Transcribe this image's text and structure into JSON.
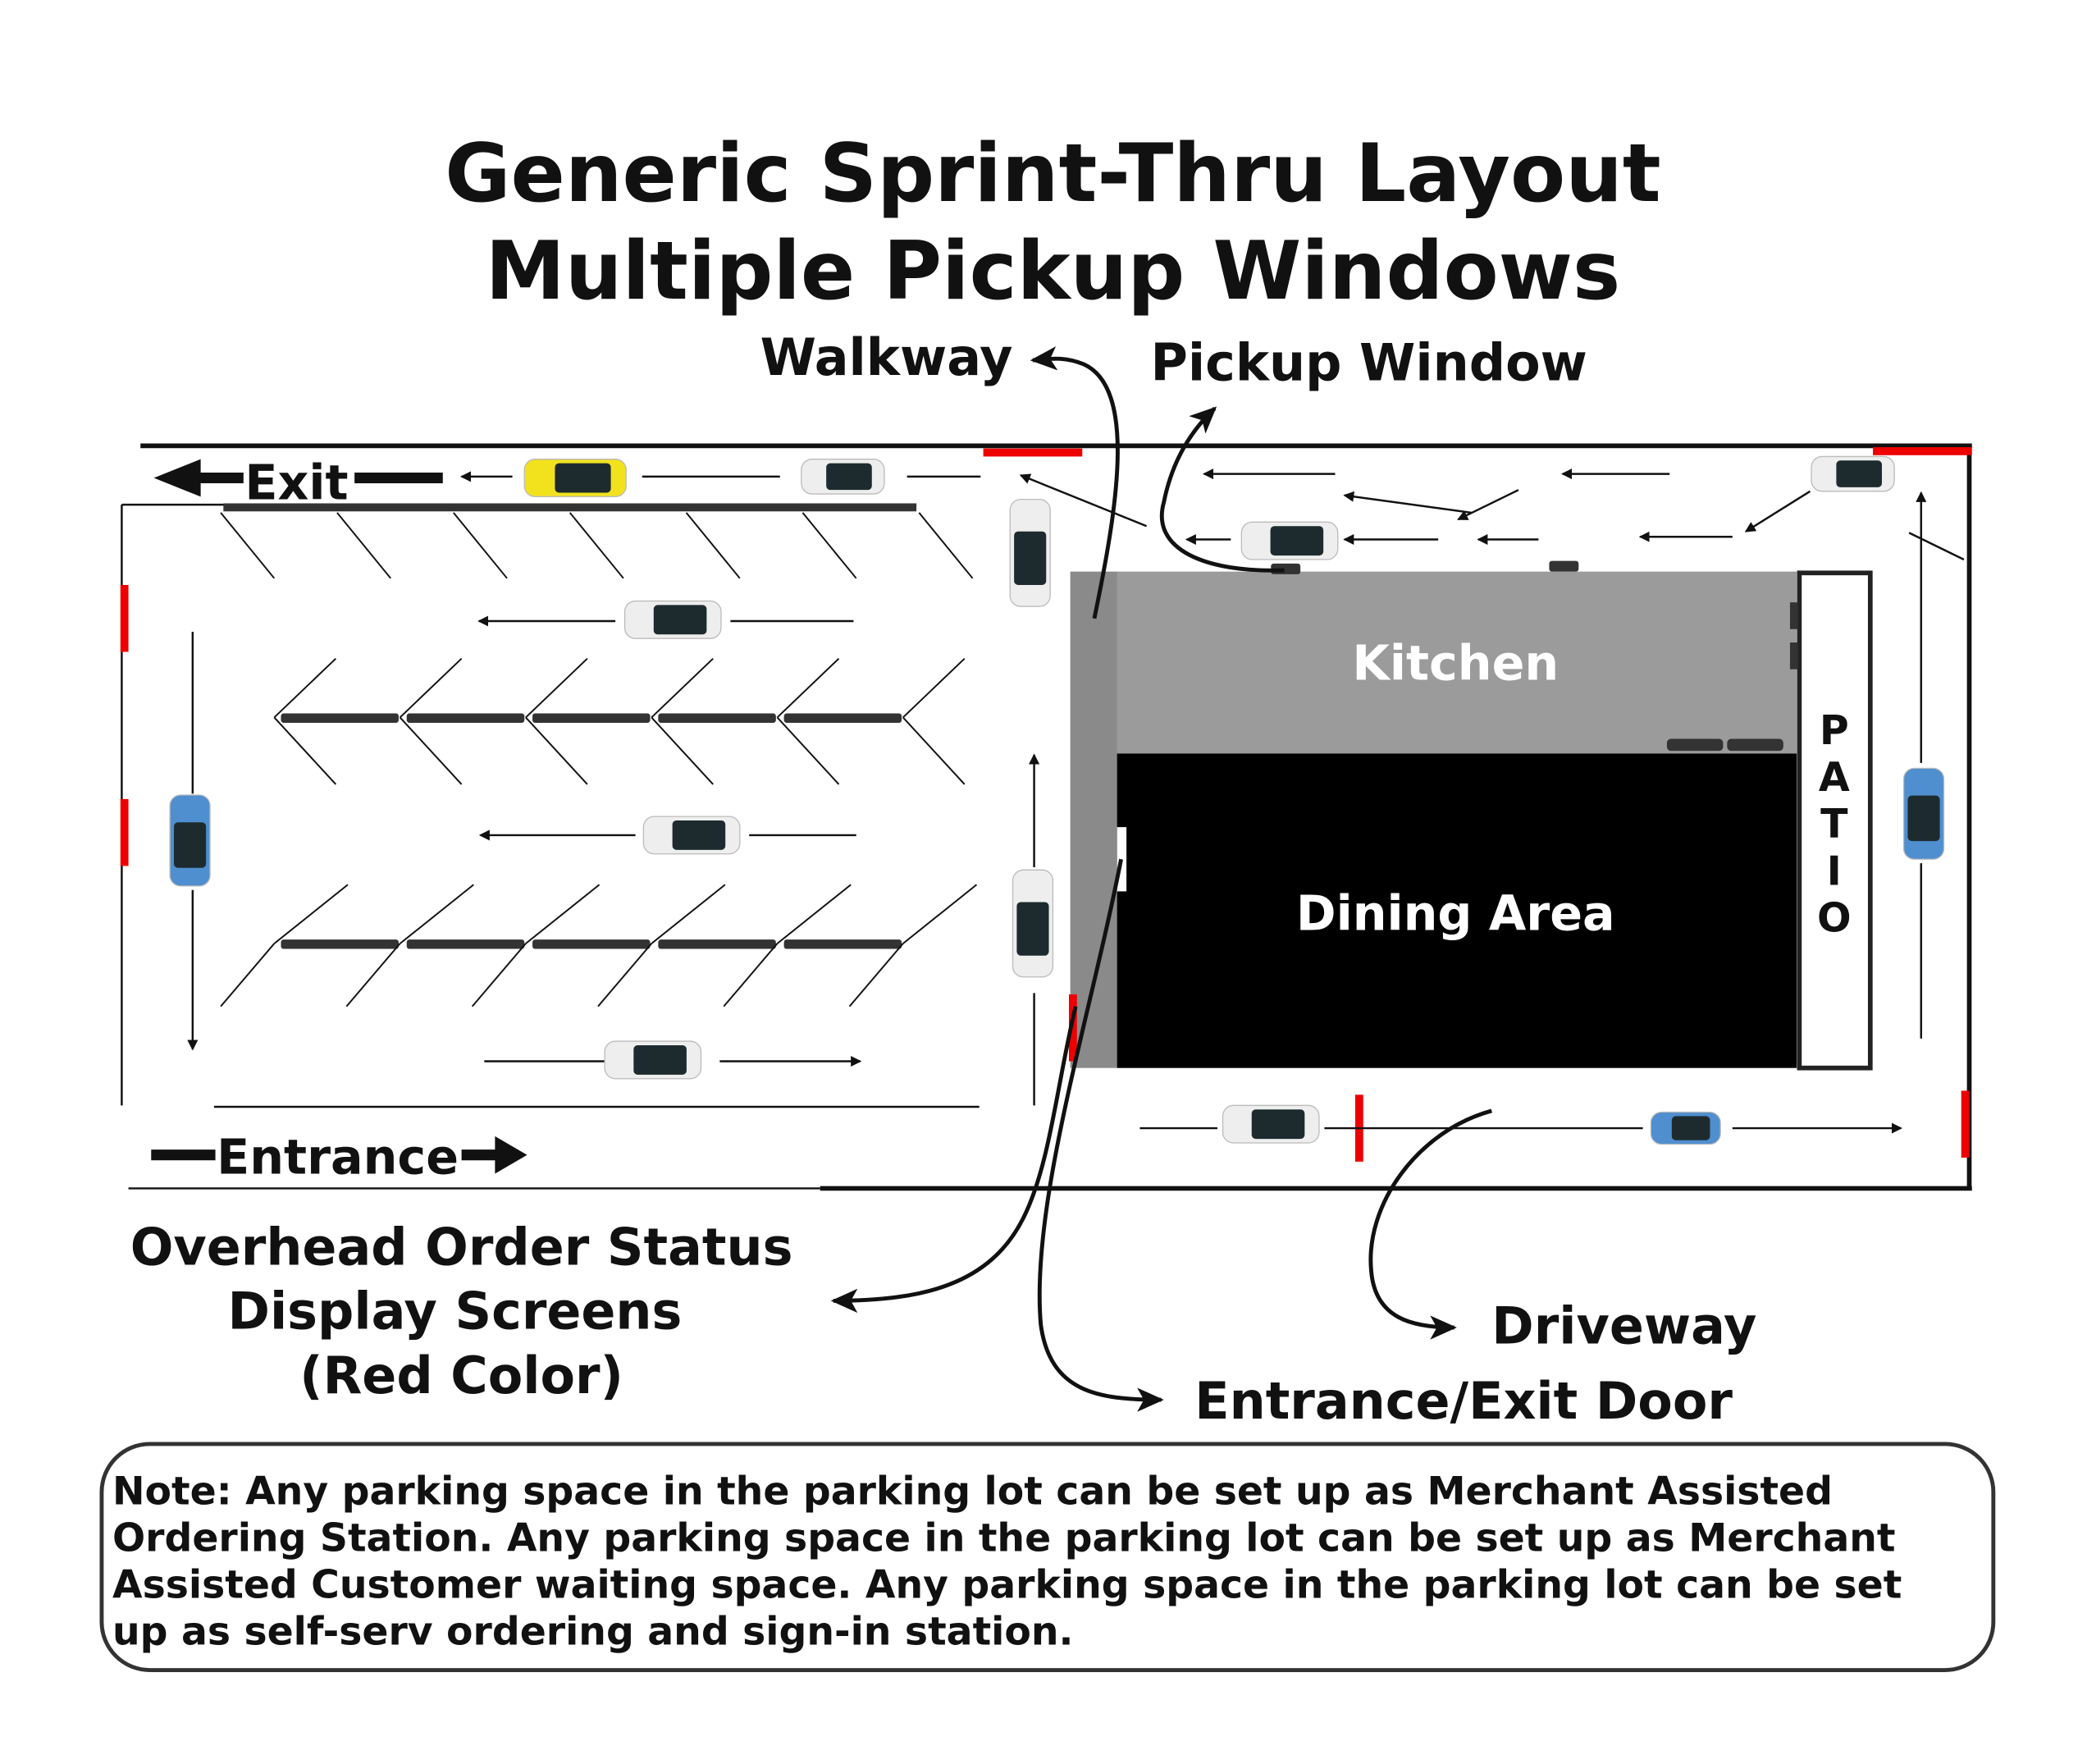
{
  "title": {
    "line1": "Generic Sprint-Thru Layout",
    "line2": "Multiple Pickup Windows"
  },
  "labels": {
    "walkway": "Walkway",
    "pickup_window": "Pickup Window",
    "exit": "Exit",
    "entrance": "Entrance",
    "kitchen": "Kitchen",
    "dining_area": "Dining Area",
    "patio": [
      "P",
      "A",
      "T",
      "I",
      "O"
    ],
    "overhead_line1": "Overhead Order Status",
    "overhead_line2": "Display Screens",
    "overhead_line3": "(Red Color)",
    "driveway": "Driveway",
    "entrance_exit_door": "Entrance/Exit Door"
  },
  "note": {
    "lines": [
      "Note: Any parking space in the parking lot can be set up as Merchant Assisted",
      "Ordering Station.    Any parking space in the parking lot can be set up as Merchant",
      "Assisted Customer waiting space.    Any parking space in the parking lot can be set",
      "up as self-serv ordering and sign-in station."
    ]
  },
  "colors": {
    "screen_red": "#ee0000",
    "kitchen_gray": "#9b9b9b",
    "wall_gray": "#8a8a8a",
    "dining_black": "#000000",
    "car_yellow": "#f2e21e",
    "car_blue": "#4f8fcf",
    "car_white": "#eeeeee",
    "car_dark": "#1e2b2e"
  }
}
